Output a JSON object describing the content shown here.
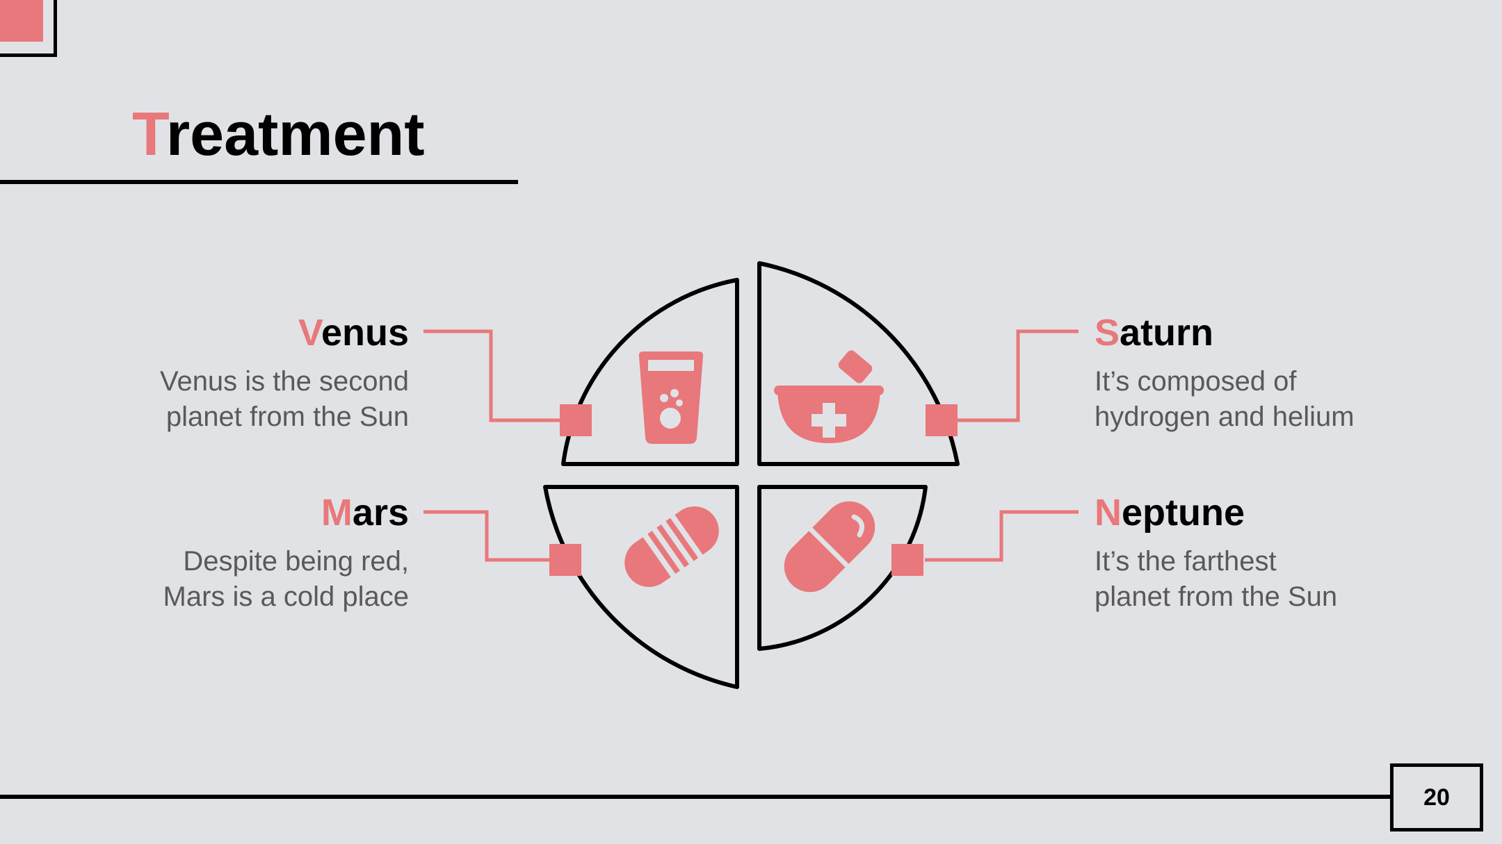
{
  "slide": {
    "title_initial": "T",
    "title_rest": "reatment",
    "page_number": "20"
  },
  "items": [
    {
      "key": "venus",
      "initial": "V",
      "rest": "enus",
      "description_lines": [
        "Venus is the second",
        "planet from the Sun"
      ],
      "icon": "glass-of-water-icon"
    },
    {
      "key": "saturn",
      "initial": "S",
      "rest": "aturn",
      "description_lines": [
        "It’s composed of",
        "hydrogen and helium"
      ],
      "icon": "mortar-and-pestle-icon"
    },
    {
      "key": "mars",
      "initial": "M",
      "rest": "ars",
      "description_lines": [
        "Despite being red,",
        "Mars is a cold place"
      ],
      "icon": "bandage-icon"
    },
    {
      "key": "neptune",
      "initial": "N",
      "rest": "eptune",
      "description_lines": [
        "It’s the farthest",
        "planet from the Sun"
      ],
      "icon": "capsule-pill-icon"
    }
  ],
  "colors": {
    "accent": "#e8787b",
    "background": "#e1e2e6",
    "text_dark": "#000000",
    "text_muted": "#595959"
  }
}
